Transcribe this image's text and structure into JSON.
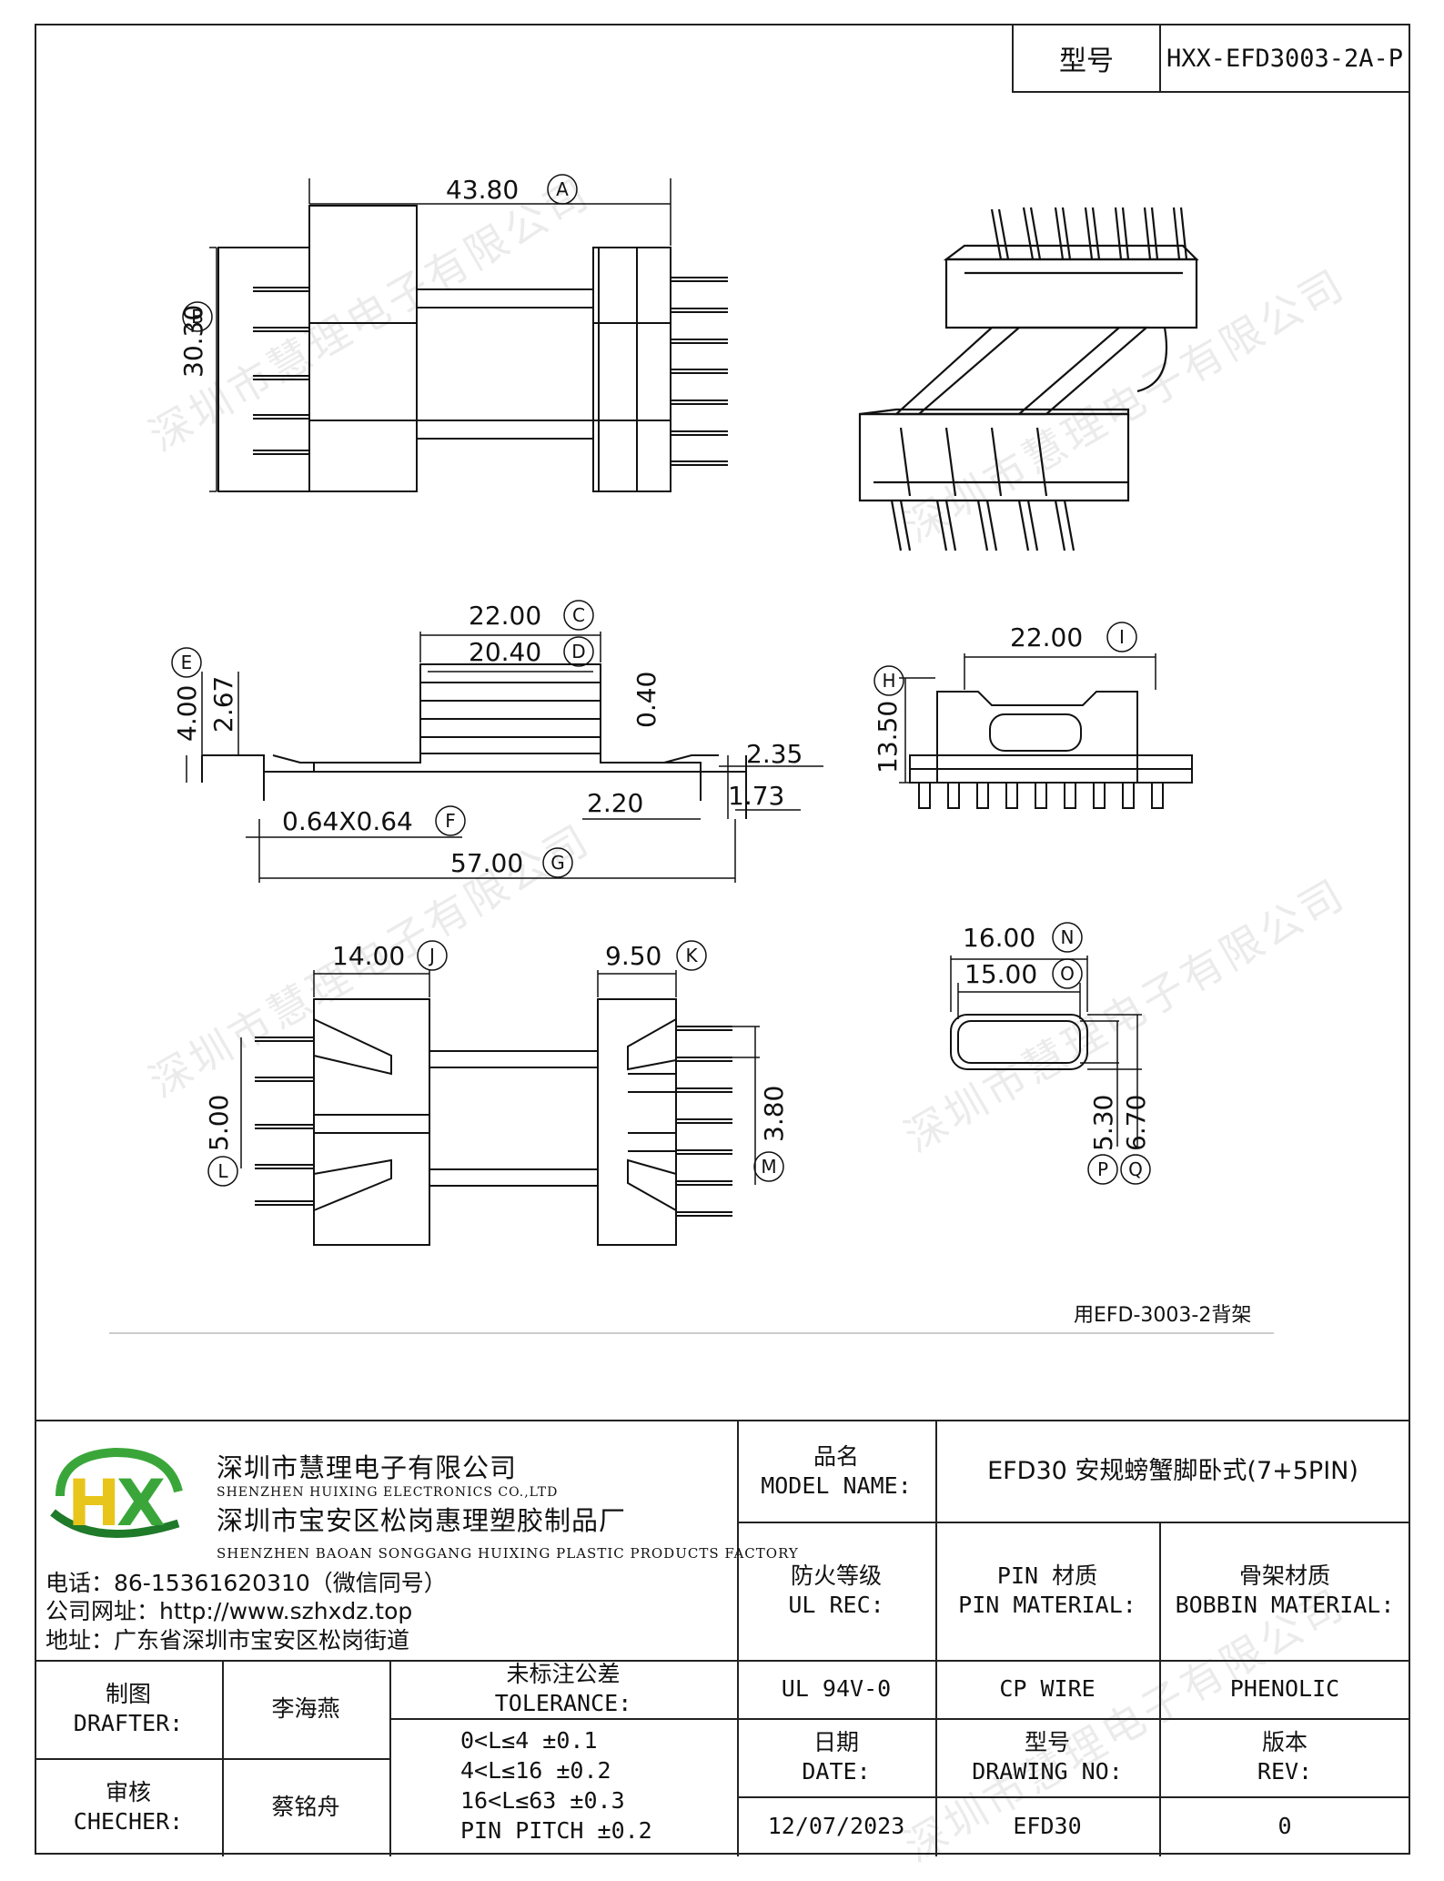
{
  "header": {
    "model_label": "型号",
    "model_value": "HXX-EFD3003-2A-P"
  },
  "watermark": "深圳市慧理电子有限公司",
  "dims": {
    "A": "43.80",
    "B": "30.30",
    "C": "22.00",
    "D": "20.40",
    "E": "4.00",
    "e2": "2.67",
    "e3": "0.40",
    "e4": "2.35",
    "e5": "2.20",
    "e6": "1.73",
    "F": "0.64X0.64",
    "G": "57.00",
    "I": "22.00",
    "H": "13.50",
    "J": "14.00",
    "K": "9.50",
    "L": "5.00",
    "M": "3.80",
    "N": "16.00",
    "O": "15.00",
    "P": "5.30",
    "Q": "6.70"
  },
  "letters": [
    "A",
    "B",
    "C",
    "D",
    "E",
    "F",
    "G",
    "H",
    "I",
    "J",
    "K",
    "L",
    "M",
    "N",
    "O",
    "P",
    "Q"
  ],
  "note": "用EFD-3003-2背架",
  "company": {
    "name_cn": "深圳市慧理电子有限公司",
    "name_en": "SHENZHEN HUIXING ELECTRONICS CO.,LTD",
    "factory_cn": "深圳市宝安区松岗惠理塑胶制品厂",
    "factory_en": "SHENZHEN BAOAN SONGGANG HUIXING PLASTIC PRODUCTS FACTORY",
    "phone": "电话：86-15361620310（微信同号）",
    "web": "公司网址：http://www.szhxdz.top",
    "address": "地址：广东省深圳市宝安区松岗街道",
    "logo_text": "HX",
    "logo_colors": {
      "green": "#3aa63a",
      "yellow": "#e8c51a",
      "dark": "#1f7a2a"
    }
  },
  "title_block": {
    "model_name_cn": "品名",
    "model_name_en": "MODEL NAME:",
    "model_name_value": "EFD30 安规螃蟹脚卧式(7+5PIN)",
    "ul_cn": "防火等级",
    "ul_en": "UL REC:",
    "pin_cn": "PIN 材质",
    "pin_en": "PIN MATERIAL:",
    "bobbin_cn": "骨架材质",
    "bobbin_en": "BOBBIN MATERIAL:",
    "ul_value": "UL 94V-0",
    "pin_value": "CP WIRE",
    "bobbin_value": "PHENOLIC",
    "drafter_cn": "制图",
    "drafter_en": "DRAFTER:",
    "drafter_name": "李海燕",
    "checker_cn": "审核",
    "checker_en": "CHECHER:",
    "checker_name": "蔡铭舟",
    "tol_cn": "未标注公差",
    "tol_en": "TOLERANCE:",
    "tol_lines": [
      "0<L≤4   ±0.1",
      "4<L≤16  ±0.2",
      "16<L≤63 ±0.3",
      "PIN PITCH ±0.2"
    ],
    "date_cn": "日期",
    "date_en": "DATE:",
    "date_value": "12/07/2023",
    "drawing_cn": "型号",
    "drawing_en": "DRAWING NO:",
    "drawing_value": "EFD30",
    "rev_cn": "版本",
    "rev_en": "REV:",
    "rev_value": "0"
  }
}
